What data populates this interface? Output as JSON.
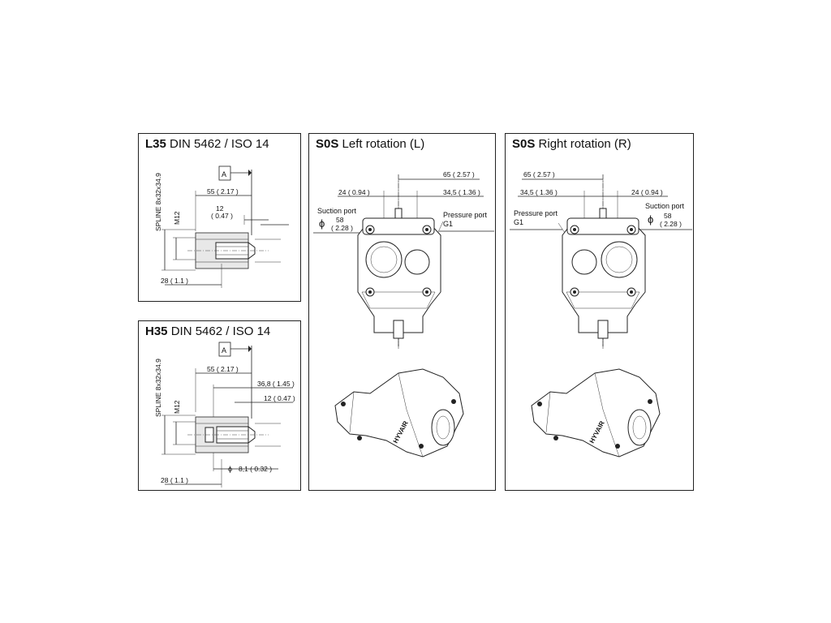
{
  "panels": {
    "l35": {
      "code": "L35",
      "standard": "DIN 5462 / ISO 14",
      "datum": "A",
      "dim_55": "55 ( 2.17 )",
      "dim_12": "12",
      "dim_12_in": "( 0.47 )",
      "spline": "SPLINE 8x32x34.9",
      "thread": "M12",
      "dim_28": "28 ( 1.1 )"
    },
    "h35": {
      "code": "H35",
      "standard": "DIN 5462 / ISO 14",
      "datum": "A",
      "dim_55": "55 ( 2.17 )",
      "dim_368": "36,8 ( 1.45 )",
      "dim_12": "12 ( 0.47 )",
      "spline": "SPLINE 8x32x34.9",
      "thread": "M12",
      "dia_symbol": "ϕ",
      "dim_81": "8,1 ( 0.32 )",
      "dim_28": "28 ( 1.1 )"
    },
    "left": {
      "code": "S0S",
      "title": "Left rotation (L)",
      "dim_65": "65 ( 2.57 )",
      "dim_24": "24 ( 0.94 )",
      "dim_345": "34,5 ( 1.36 )",
      "suction_label": "Suction port",
      "suction_symbol": "ϕ",
      "suction_mm": "58",
      "suction_in": "( 2.28 )",
      "pressure_label": "Pressure port",
      "pressure_thread": "G1",
      "brand": "HYVAIR"
    },
    "right": {
      "code": "S0S",
      "title": "Right rotation (R)",
      "dim_65": "65 ( 2.57 )",
      "dim_345": "34,5 ( 1.36 )",
      "dim_24": "24 ( 0.94 )",
      "pressure_label": "Pressure port",
      "pressure_thread": "G1",
      "suction_label": "Suction port",
      "suction_symbol": "ϕ",
      "suction_mm": "58",
      "suction_in": "( 2.28 )",
      "brand": "HYVAIR"
    }
  }
}
